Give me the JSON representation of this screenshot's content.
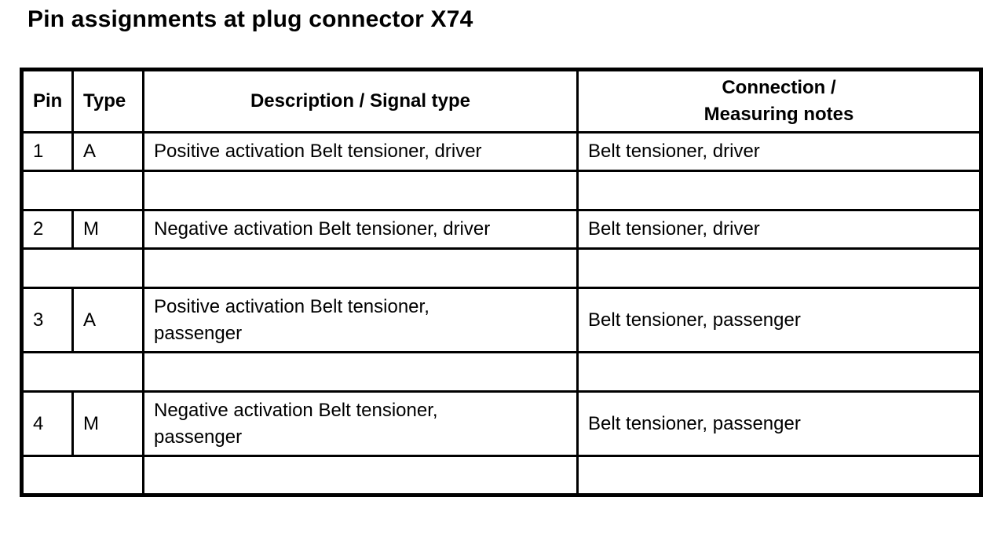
{
  "page": {
    "title": "Pin assignments at plug connector X74"
  },
  "table": {
    "headers": {
      "pin": "Pin",
      "type": "Type",
      "description": "Description / Signal type",
      "connection": "Connection /\nMeasuring notes"
    },
    "rows": [
      {
        "pin": "1",
        "type": "A",
        "description": "Positive activation Belt tensioner, driver",
        "connection": "Belt tensioner, driver"
      },
      {
        "pin": "2",
        "type": "M",
        "description": "Negative activation Belt tensioner, driver",
        "connection": "Belt tensioner, driver"
      },
      {
        "pin": "3",
        "type": "A",
        "description": "Positive activation Belt tensioner,\npassenger",
        "connection": "Belt tensioner, passenger"
      },
      {
        "pin": "4",
        "type": "M",
        "description": "Negative activation Belt tensioner,\npassenger",
        "connection": "Belt tensioner, passenger"
      }
    ],
    "colors": {
      "border": "#000000",
      "background": "#ffffff",
      "text": "#000000"
    }
  }
}
